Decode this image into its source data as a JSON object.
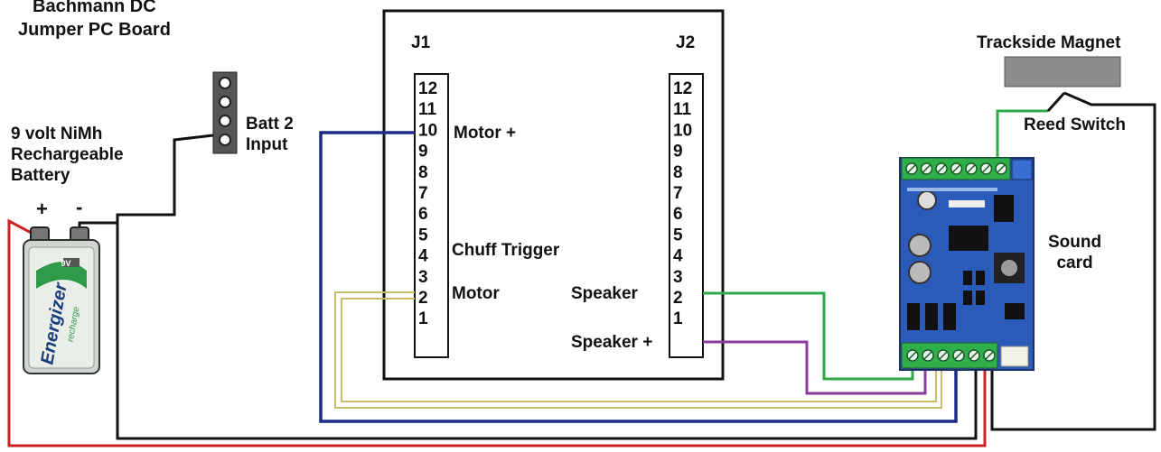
{
  "labels": {
    "board_title_line1": "Bachmann DC",
    "board_title_line2": "Jumper PC Board",
    "battery_line1": "9 volt NiMh",
    "battery_line2": "Rechargeable",
    "battery_line3": "Battery",
    "plus": "+",
    "minus": "-",
    "batt2_line1": "Batt 2",
    "batt2_line2": "Input",
    "j1": "J1",
    "j2": "J2",
    "motor_plus": "Motor +",
    "chuff_trigger": "Chuff Trigger",
    "motor": "Motor",
    "speaker": "Speaker",
    "speaker_plus": "Speaker +",
    "trackside_magnet": "Trackside Magnet",
    "reed_switch": "Reed Switch",
    "sound_line1": "Sound",
    "sound_line2": "card",
    "battery_brand": "Energizer",
    "battery_sub": "recharge",
    "battery_volts": "9V"
  },
  "j1_pins": [
    "12",
    "11",
    "10",
    "9",
    "8",
    "7",
    "6",
    "5",
    "4",
    "3",
    "2",
    "1"
  ],
  "j2_pins": [
    "12",
    "11",
    "10",
    "9",
    "8",
    "7",
    "6",
    "5",
    "4",
    "3",
    "2",
    "1"
  ],
  "colors": {
    "red_wire": "#cc2222",
    "black_wire": "#111111",
    "blue_wire": "#1c2a8c",
    "yellow_wire": "#d8cf8e",
    "green_wire": "#2ea84a",
    "purple_wire": "#8a3c9c",
    "sound_card": "#2a5bb8",
    "terminal": "#2fae4a",
    "magnet": "#8c8c8c"
  }
}
